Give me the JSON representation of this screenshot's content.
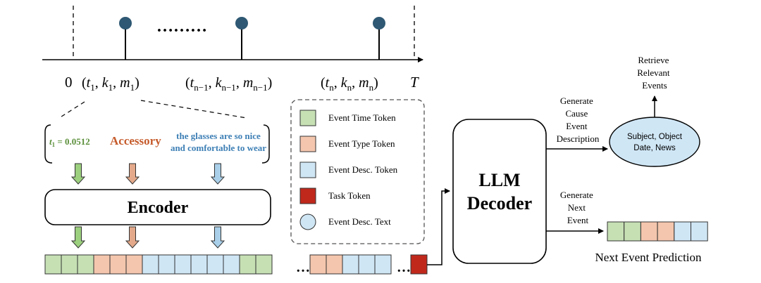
{
  "timeline": {
    "origin_label": "0",
    "end_label": "T",
    "event_1": {
      "t": "t",
      "k": "k",
      "m": "m",
      "sub": "1"
    },
    "event_n_minus_1": {
      "t": "t",
      "k": "k",
      "m": "m",
      "sub": "n−1"
    },
    "event_n": {
      "t": "t",
      "k": "k",
      "m": "m",
      "sub": "n"
    },
    "ellipsis": "………"
  },
  "event_example": {
    "time_text": "t",
    "time_sub": "1",
    "time_value": " = 0.0512",
    "type_text": "Accessory",
    "desc_line1": "the glasses are so nice",
    "desc_line2": "and comfortable to wear"
  },
  "encoder": {
    "label": "Encoder"
  },
  "sequence": {
    "block1": [
      "time",
      "time",
      "time",
      "type",
      "type",
      "type",
      "desc",
      "desc",
      "desc",
      "desc",
      "desc",
      "desc",
      "time",
      "time"
    ],
    "block2": [
      "type",
      "type",
      "desc",
      "desc",
      "desc"
    ],
    "block3": [
      "task"
    ],
    "ellipsis": "…"
  },
  "legend": {
    "items": [
      {
        "shape": "square",
        "kind": "time",
        "label": "Event Time Token"
      },
      {
        "shape": "square",
        "kind": "type",
        "label": "Event Type Token"
      },
      {
        "shape": "square",
        "kind": "desc",
        "label": "Event Desc. Token"
      },
      {
        "shape": "square",
        "kind": "task",
        "label": "Task Token"
      },
      {
        "shape": "circle",
        "kind": "desc",
        "label": "Event Desc. Text"
      }
    ]
  },
  "decoder": {
    "line1": "LLM",
    "line2": "Decoder"
  },
  "cause_branch": {
    "label_lines": [
      "Generate",
      "Cause",
      "Event",
      "Description"
    ],
    "ellipse_lines": [
      "Subject, Object",
      "Date, News"
    ],
    "retrieve_lines": [
      "Retrieve",
      "Relevant",
      "Events"
    ]
  },
  "next_branch": {
    "label_lines": [
      "Generate",
      "Next",
      "Event"
    ],
    "tokens": [
      "time",
      "time",
      "type",
      "type",
      "desc",
      "desc"
    ],
    "caption": "Next Event Prediction"
  },
  "colors": {
    "time": "#c6e0b4",
    "type": "#f4c6ad",
    "desc": "#cfe6f5",
    "task": "#c0281c",
    "stem_head": "#2e5873",
    "time_text": "#5b8f3a",
    "type_text": "#c55a2a",
    "desc_text": "#3d7fb5",
    "ellipse_fill": "#cfe6f5",
    "arrow_time": "#9ccf7e",
    "arrow_type": "#e3a98a",
    "arrow_desc": "#a9cfe9"
  }
}
